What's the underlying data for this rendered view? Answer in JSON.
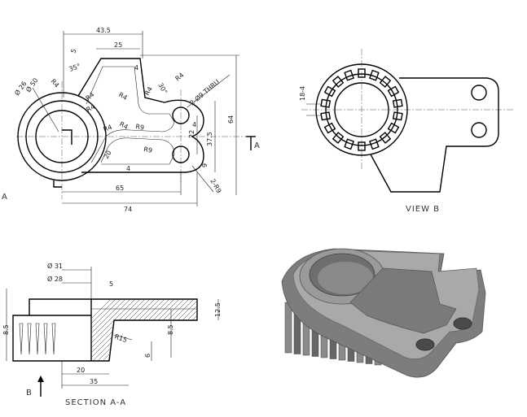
{
  "top_view": {
    "dims": {
      "d43_5": "43.5",
      "d25": "25",
      "d5": "5",
      "d35deg": "35°",
      "d4": "4",
      "d30deg": "30°",
      "r4a": "R4",
      "r4b": "R4",
      "r4c": "R4",
      "r4d": "R4",
      "r4e": "R4",
      "r4f": "R4",
      "r4g": "R4",
      "r4h": "R4",
      "r9a": "R9",
      "r9b": "R9",
      "dia26": "Ø 26",
      "dia50": "Ø 50",
      "thru": "2-Ø9 THRU",
      "d64": "64",
      "d37_5": "37.5",
      "d22": "22",
      "d9": "9",
      "r9c": "2-R9",
      "d20": "20",
      "d65": "65",
      "d74": "74",
      "d4b": "4",
      "d4c": "4"
    },
    "section_letter_left": "A",
    "section_letter_right": "A"
  },
  "view_b": {
    "title": "VIEW B",
    "dim": "18-4"
  },
  "section_view": {
    "title": "SECTION A-A",
    "arrow_label": "B",
    "dims": {
      "dia31": "Ø 31",
      "dia28": "Ø 28",
      "d5": "5",
      "d8_5a": "8.5",
      "d8_5b": "8.5",
      "d12_5": "12.5",
      "r15": "R15",
      "d6": "6",
      "d20": "20",
      "d35": "35"
    }
  }
}
